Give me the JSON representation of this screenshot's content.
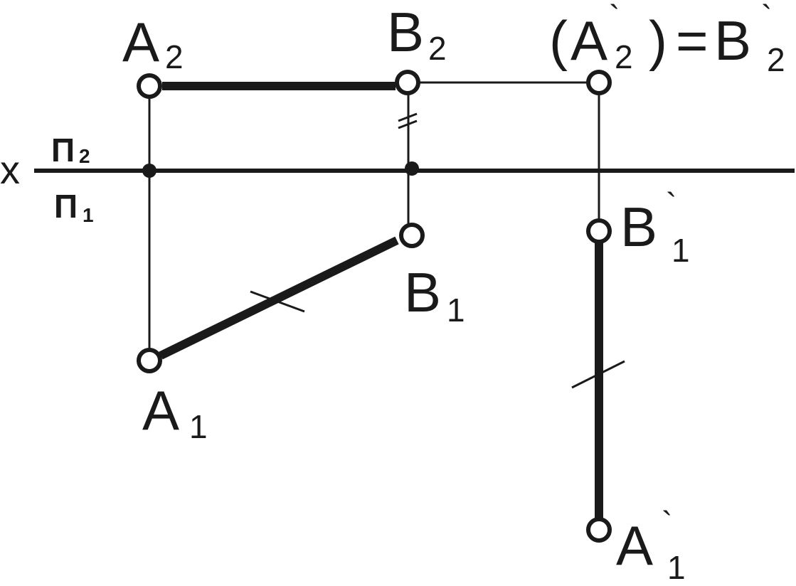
{
  "diagram": {
    "axis_label": "x",
    "plane_upper": {
      "letter": "П",
      "index": "2"
    },
    "plane_lower": {
      "letter": "П",
      "index": "1"
    },
    "points": {
      "A2": {
        "letter": "A",
        "index": "2"
      },
      "B2": {
        "letter": "B",
        "index": "2"
      },
      "A1": {
        "letter": "A",
        "index": "1"
      },
      "B1": {
        "letter": "B",
        "index": "1"
      },
      "A2p": {
        "open": "(",
        "letter": "A",
        "prime": "`",
        "index": "2",
        "close": ")"
      },
      "equals": "=",
      "B2p": {
        "letter": "B",
        "prime": "`",
        "index": "2"
      },
      "B1p": {
        "letter": "B",
        "prime": "`",
        "index": "1"
      },
      "A1p": {
        "letter": "A",
        "prime": "`",
        "index": "1"
      }
    },
    "colors": {
      "ink": "#1a1a1a",
      "background": "#ffffff"
    }
  }
}
